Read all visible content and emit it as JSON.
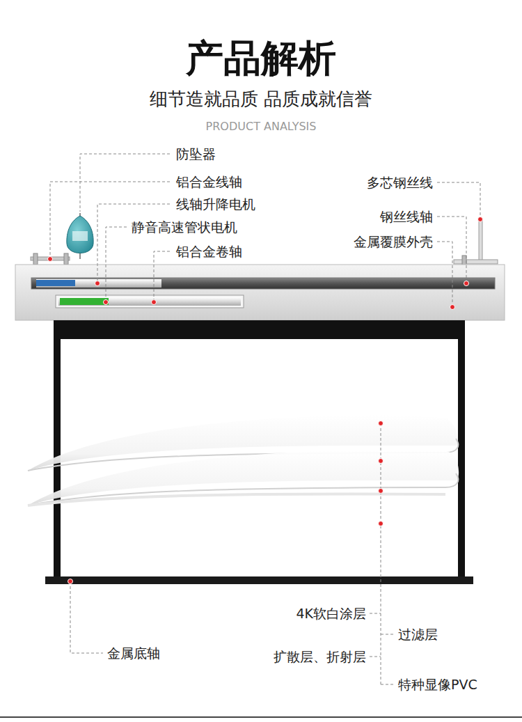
{
  "diagram": {
    "title": "产品解析",
    "labels": [
      "细节造就品质 品质成就信誉",
      "PRODUCT ANALYSIS",
      "防坠器",
      "铝合金线轴",
      "线轴升降电机",
      "静音高速管状电机",
      "铝合金卷轴",
      "多芯钢丝线",
      "钢丝线轴",
      "金属覆膜外壳",
      "4K软白涂层",
      "过滤层",
      "扩散层、折射层",
      "特种显像PVC",
      "金属底轴"
    ]
  }
}
